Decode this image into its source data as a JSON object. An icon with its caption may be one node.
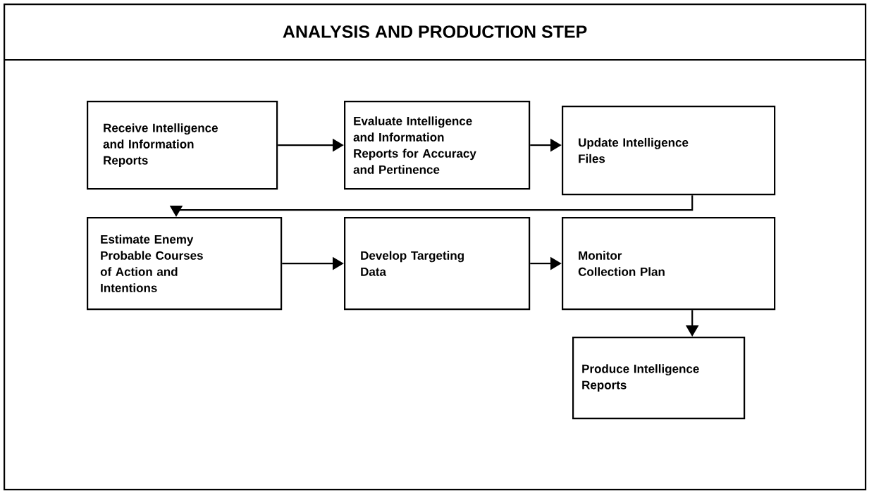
{
  "diagram": {
    "nodes": [
      {
        "text": [
          "ANALYSIS AND PRODUCTION STEP"
        ]
      },
      {
        "text": [
          "Receive Intelligence and Information Reports"
        ],
        "in": 0
      },
      {
        "text": [
          "Evaluate Intelligence and Information Reports for Accuracy and Pertinence"
        ],
        "in": 0
      },
      {
        "text": [
          "Update Intelligence Files"
        ],
        "in": 0
      },
      {
        "text": [
          "Estimate Enemy Probable Courses of Action and Intentions"
        ],
        "in": 0
      },
      {
        "text": [
          "Develop Targeting Data"
        ],
        "in": 0
      },
      {
        "text": [
          "Monitor Collection Plan"
        ],
        "in": 0
      },
      {
        "text": [
          "Produce Intelligence Reports"
        ],
        "in": 0
      }
    ],
    "edges": [
      {
        "from": 1,
        "to": 2,
        "arrow": "to"
      },
      {
        "from": 2,
        "to": 3,
        "arrow": "to"
      },
      {
        "from": 3,
        "to": 4,
        "arrow": "to"
      },
      {
        "from": 4,
        "to": 5,
        "arrow": "to"
      },
      {
        "from": 5,
        "to": 6,
        "arrow": "to"
      },
      {
        "from": 6,
        "to": 7,
        "arrow": "to"
      }
    ]
  }
}
